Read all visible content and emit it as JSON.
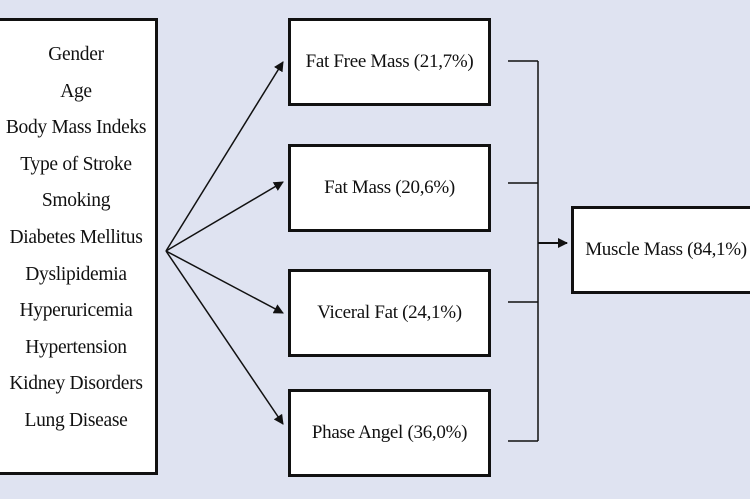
{
  "factors": {
    "items": [
      "Gender",
      "Age",
      "Body Mass Indeks",
      "Type of Stroke",
      "Smoking",
      "Diabetes Mellitus",
      "Dyslipidemia",
      "Hyperuricemia",
      "Hypertension",
      "Kidney Disorders",
      "Lung Disease"
    ]
  },
  "mediators": {
    "fat_free_mass": "Fat Free Mass (21,7%)",
    "fat_mass": "Fat Mass (20,6%)",
    "viceral_fat": "Viceral Fat (24,1%)",
    "phase_angel": "Phase Angel (36,0%)"
  },
  "outcome": {
    "muscle_mass": "Muscle Mass (84,1%)"
  },
  "colors": {
    "background": "#dfe3f1",
    "box_fill": "#ffffff",
    "stroke": "#111111"
  }
}
